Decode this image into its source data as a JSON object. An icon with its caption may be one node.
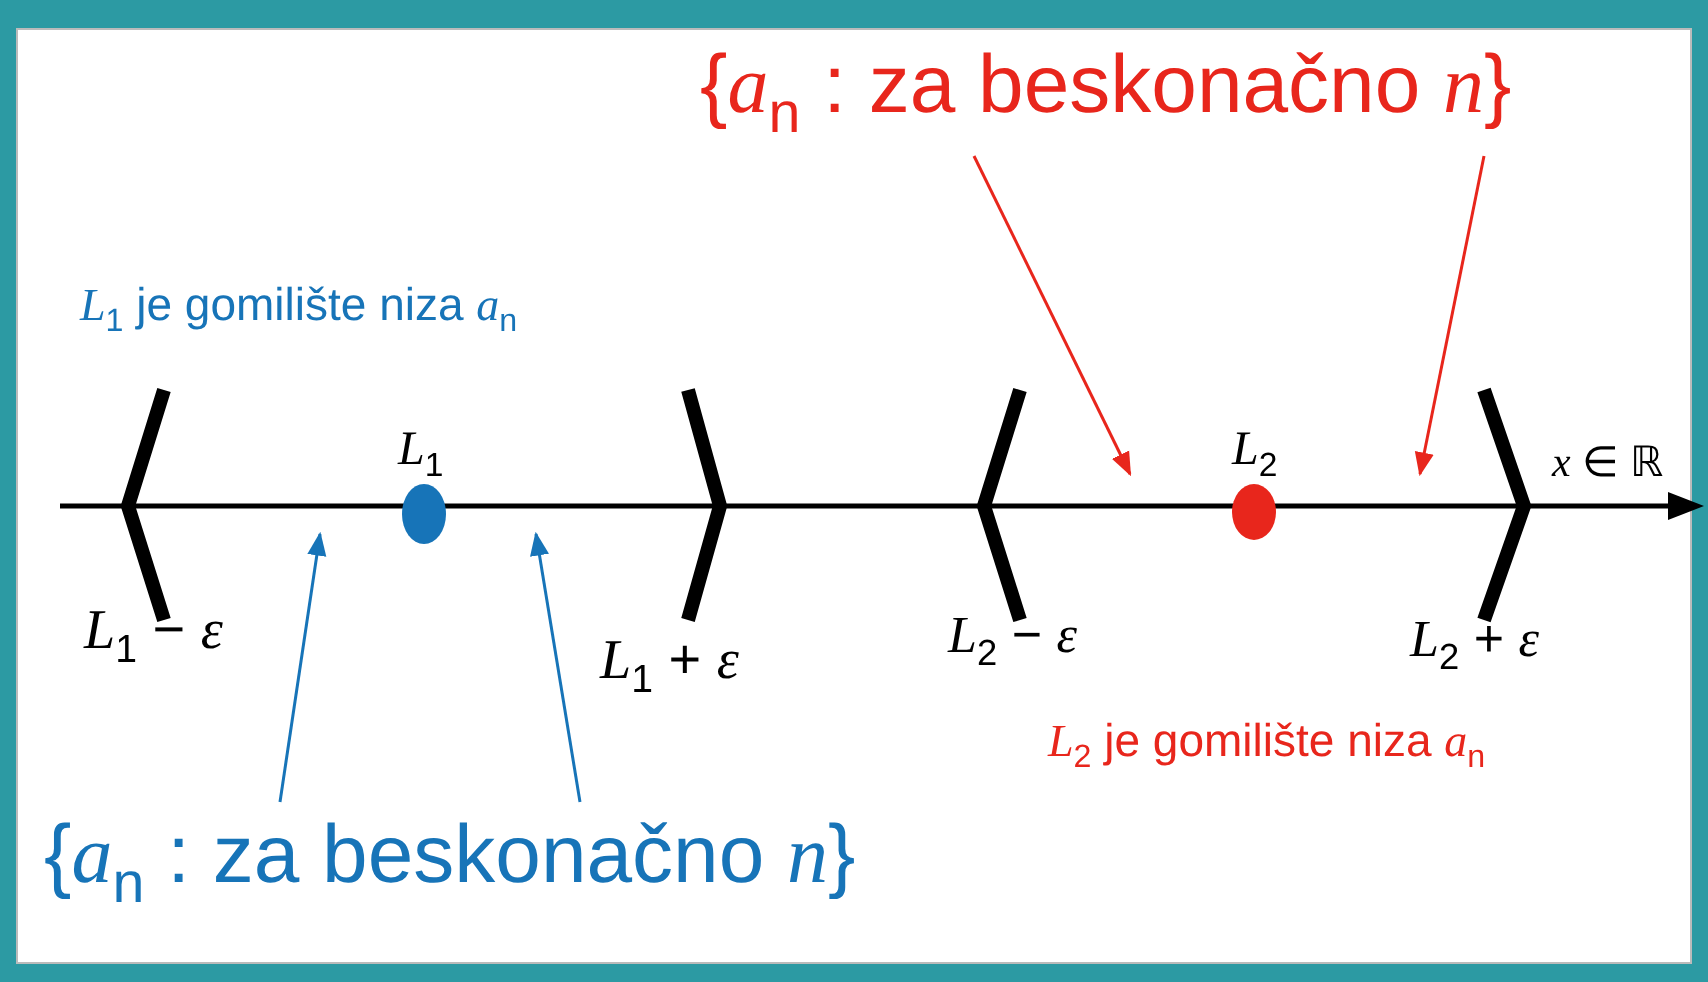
{
  "diagram": {
    "nodes": [
      {
        "text": [
          "{*a*$_{n}$ : za beskonačno *n*}"
        ]
      },
      {
        "text": [
          "{*a*$_{n}$ : za beskonačno *n*}"
        ]
      }
    ],
    "edges": [
      {
        "from": 0,
        "to": null,
        "arrow": "to",
        "color": "#e8261c"
      },
      {
        "from": 0,
        "to": null,
        "arrow": "to",
        "color": "#e8261c"
      },
      {
        "from": 1,
        "to": null,
        "arrow": "to",
        "color": "#1774b8"
      },
      {
        "from": 1,
        "to": null,
        "arrow": "to",
        "color": "#1774b8"
      }
    ],
    "labels": [
      "*L*$_{1}$ je gomilište niza *a*$_{n}$",
      "*L*$_{1}$",
      "*L*$_{2}$",
      "*x* ∈ ℝ",
      "*L*$_{1}$ − *ε*",
      "*L*$_{1}$ + *ε*",
      "*L*$_{2}$ − *ε*",
      "*L*$_{2}$ + *ε*",
      "*L*$_{2}$ je gomilište niza *a*$_{n}$"
    ]
  }
}
